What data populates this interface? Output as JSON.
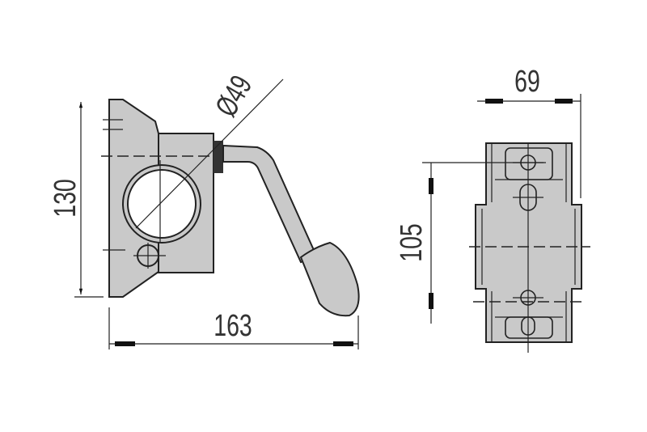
{
  "drawing": {
    "side_view": {
      "height_label": "130",
      "width_label": "163",
      "diameter_label": "Ø49"
    },
    "front_view": {
      "width_label": "69",
      "hole_spacing_label": "105"
    },
    "colors": {
      "part_fill": "#c9c9c9",
      "line": "#222222"
    }
  }
}
